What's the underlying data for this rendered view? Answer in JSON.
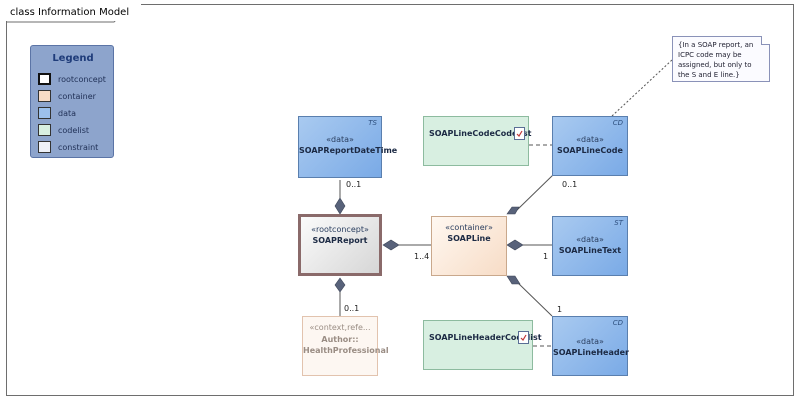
{
  "frame": {
    "title": "class Information Model"
  },
  "legend": {
    "title": "Legend",
    "items": [
      {
        "label": "rootconcept",
        "color": "#ffffff"
      },
      {
        "label": "container",
        "color": "#f7dcc6"
      },
      {
        "label": "data",
        "color": "#9cc0ec"
      },
      {
        "label": "codelist",
        "color": "#d8efe1"
      },
      {
        "label": "constraint",
        "color": "#eef1f8"
      }
    ]
  },
  "classes": {
    "report_datetime": {
      "stereotype": "«data»",
      "name": "SOAPReportDateTime",
      "type_tag": "TS"
    },
    "report": {
      "stereotype": "«rootconcept»",
      "name": "SOAPReport"
    },
    "author": {
      "stereotype": "«context,refe...",
      "line1": "Author::",
      "line2": "HealthProfessional"
    },
    "line": {
      "stereotype": "«container»",
      "name": "SOAPLine"
    },
    "line_code": {
      "stereotype": "«data»",
      "name": "SOAPLineCode",
      "type_tag": "CD"
    },
    "line_text": {
      "stereotype": "«data»",
      "name": "SOAPLineText",
      "type_tag": "ST"
    },
    "line_header": {
      "stereotype": "«data»",
      "name": "SOAPLineHeader",
      "type_tag": "CD"
    },
    "line_code_codelist": {
      "name": "SOAPLineCodeCodelist"
    },
    "line_header_codelist": {
      "name": "SOAPLineHeaderCodelist"
    }
  },
  "multiplicities": {
    "datetime": "0..1",
    "author": "0..1",
    "line": "1..4",
    "line_code": "0..1",
    "line_text": "1",
    "line_header": "1"
  },
  "note": {
    "text": "{In a SOAP report, an ICPC code may be assigned, but only to the S and E line.}"
  }
}
